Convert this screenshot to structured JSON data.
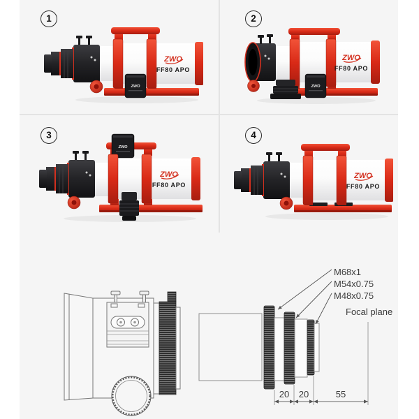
{
  "page": {
    "background": "#ffffff",
    "panel_background": "#f5f5f5",
    "divider_color": "#e3e3e3",
    "accent_red": "#d3301f"
  },
  "product": {
    "brand": "ZWO",
    "model": "FF80 APO"
  },
  "views": [
    {
      "badge": "1",
      "tube_logo": "ZWO",
      "tube_model": "FF80 APO",
      "eaf_label": "ZWO"
    },
    {
      "badge": "2",
      "tube_logo": "ZWO",
      "tube_model": "FF80 APO",
      "eaf_label": "ZWO"
    },
    {
      "badge": "3",
      "tube_logo": "ZWO",
      "tube_model": "FF80 APO",
      "eaf_label": "ZWO"
    },
    {
      "badge": "4",
      "tube_logo": "ZWO",
      "tube_model": "FF80 APO"
    }
  ],
  "diagram": {
    "thread_labels": [
      "M68x1",
      "M54x0.75",
      "M48x0.75"
    ],
    "focal_plane_label": "Focal plane",
    "dimension_labels": [
      "20",
      "20",
      "55"
    ]
  }
}
